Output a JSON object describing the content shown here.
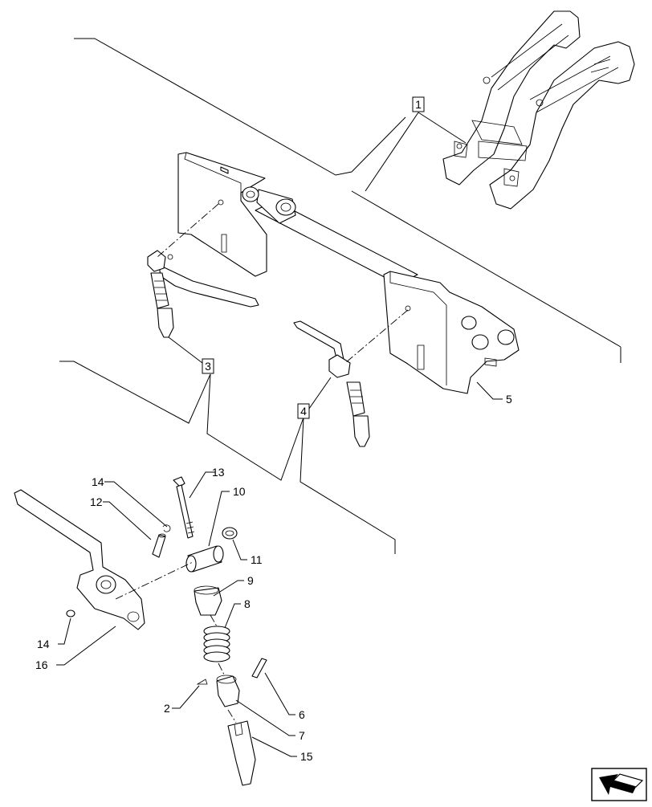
{
  "callouts": {
    "c1": "1",
    "c3": "3",
    "c4": "4",
    "c5": "5",
    "c2": "2",
    "c6": "6",
    "c7": "7",
    "c8": "8",
    "c9": "9",
    "c10": "10",
    "c11": "11",
    "c12": "12",
    "c13": "13",
    "c14a": "14",
    "c14b": "14",
    "c15": "15",
    "c16": "16"
  },
  "nav_icon": "arrow-navigation-icon"
}
